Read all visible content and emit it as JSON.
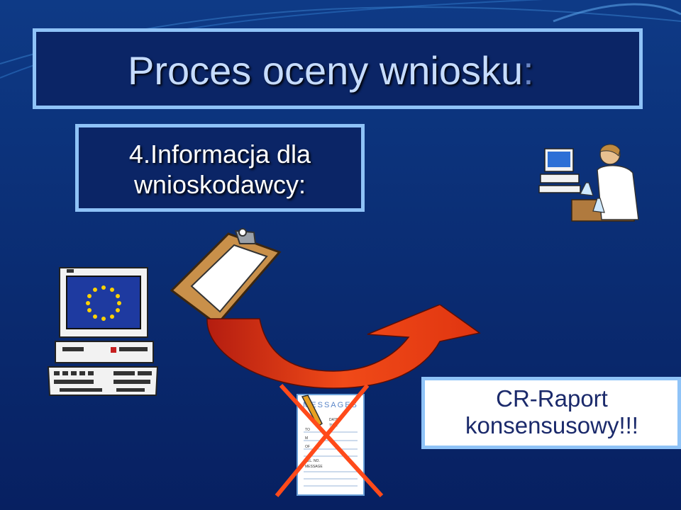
{
  "slide": {
    "title": "Proces oceny wniosku",
    "title_colon": ":",
    "subtitle_line1": "4.Informacja dla",
    "subtitle_line2": "wnioskodawcy:",
    "cr_line1": "CR-Raport",
    "cr_line2": "konsensusowy!!!",
    "message_pad_heading": "MESSAGES",
    "message_pad_fields": [
      "DATE",
      "TIME",
      "TO",
      "M",
      "OF",
      "TEL. NO.",
      "MESSAGE"
    ]
  },
  "icons": [
    "eu-computer-icon",
    "clipboard-icon",
    "curved-arrow-icon",
    "message-pad-icon",
    "cross-out-icon",
    "scientist-workstation-icon"
  ],
  "colors": {
    "background": "#0a2a6b",
    "box_border": "#8fc3f7",
    "arrow": "#f03a12",
    "cross": "#ff4a1a"
  }
}
